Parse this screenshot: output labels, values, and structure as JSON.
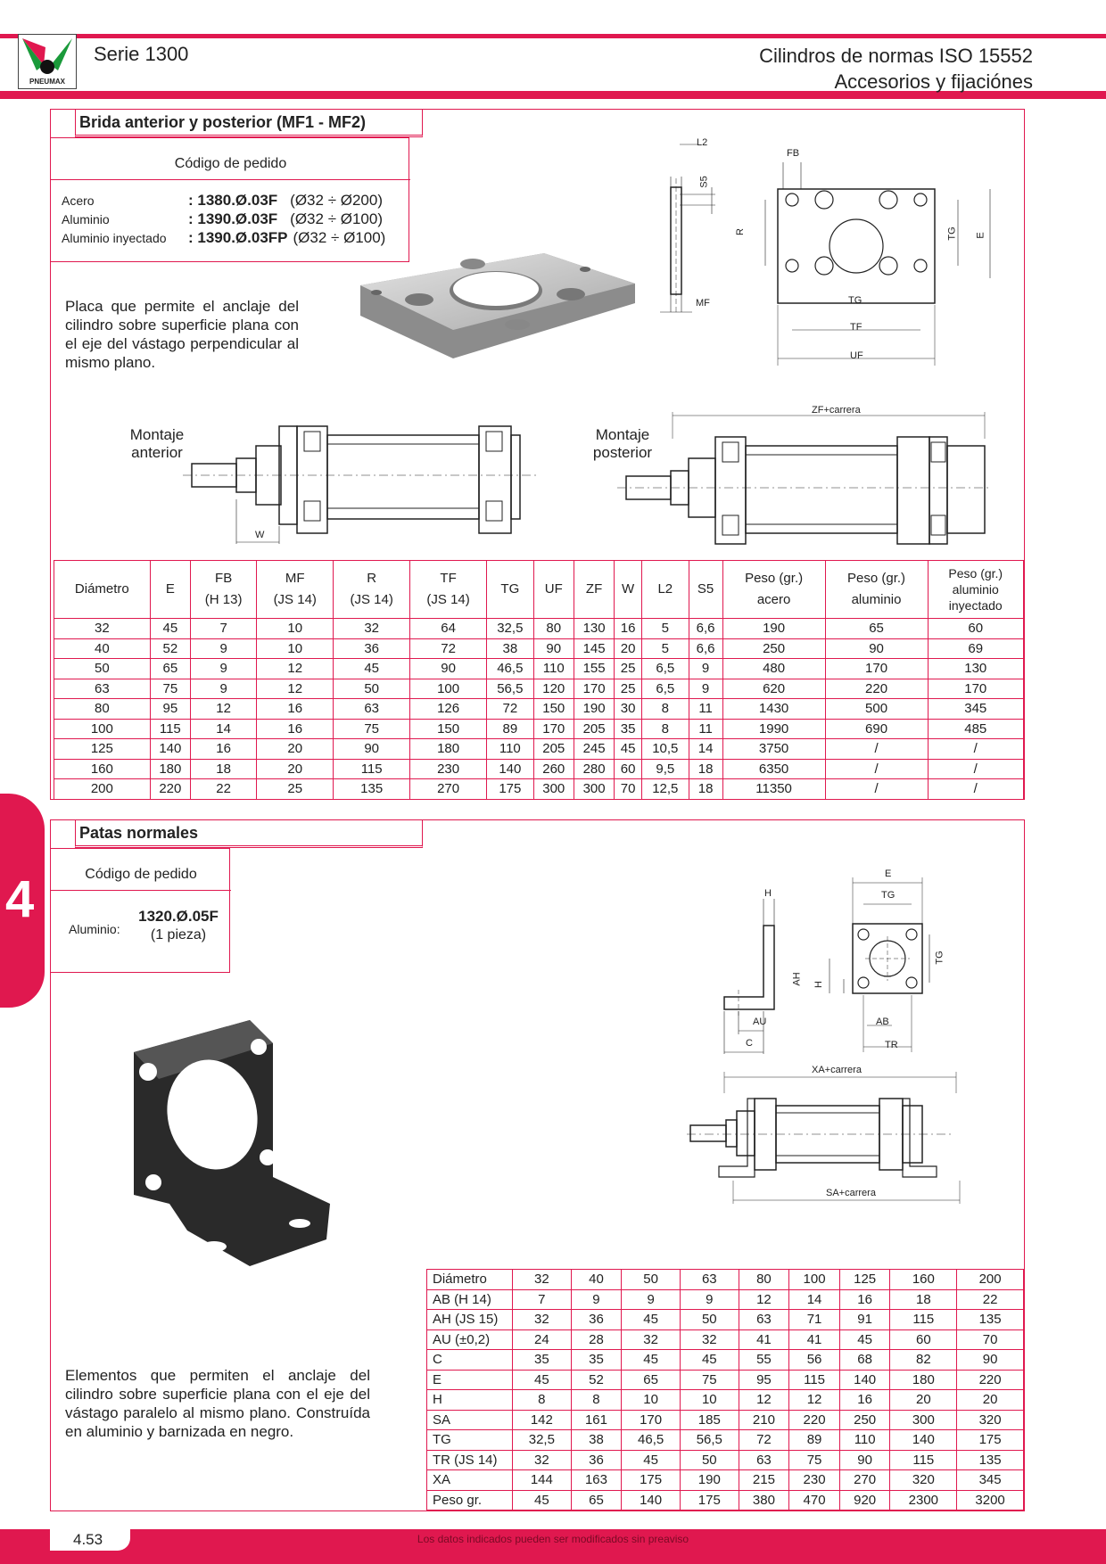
{
  "header": {
    "logo_text": "PNEUMAX",
    "series": "Serie 1300",
    "title_line1": "Cilindros de normas ISO 15552",
    "title_line2": "Accesorios y fijaciónes",
    "chapter": "4"
  },
  "section1": {
    "title": "Brida anterior y posterior (MF1 - MF2)",
    "order_heading": "Código de pedido",
    "orders": [
      {
        "material": "Acero",
        "code": "1380.Ø.03F",
        "range": "(Ø32 ÷ Ø200)"
      },
      {
        "material": "Aluminio",
        "code": "1390.Ø.03F",
        "range": "(Ø32 ÷ Ø100)"
      },
      {
        "material": "Aluminio inyectado",
        "code": "1390.Ø.03FP",
        "range": "(Ø32 ÷ Ø100)"
      }
    ],
    "description": "Placa que permite el anclaje del cilindro sobre superficie plana con el eje del vástago perpendicular al mismo plano.",
    "mount_front": "Montaje anterior",
    "mount_rear": "Montaje posterior",
    "dims": {
      "L2": "L2",
      "S5": "S5",
      "MF": "MF",
      "FB": "FB",
      "R": "R",
      "TG": "TG",
      "E": "E",
      "TF": "TF",
      "UF": "UF",
      "ZF": "ZF+carrera",
      "W": "W"
    },
    "table": {
      "headers": [
        [
          "Diámetro"
        ],
        [
          "E"
        ],
        [
          "FB",
          "(H 13)"
        ],
        [
          "MF",
          "(JS 14)"
        ],
        [
          "R",
          "(JS 14)"
        ],
        [
          "TF",
          "(JS 14)"
        ],
        [
          "TG"
        ],
        [
          "UF"
        ],
        [
          "ZF"
        ],
        [
          "W"
        ],
        [
          "L2"
        ],
        [
          "S5"
        ],
        [
          "Peso (gr.)",
          "acero"
        ],
        [
          "Peso (gr.)",
          "aluminio"
        ],
        [
          "Peso (gr.)",
          "aluminio",
          "inyectado"
        ]
      ],
      "rows": [
        [
          "32",
          "45",
          "7",
          "10",
          "32",
          "64",
          "32,5",
          "80",
          "130",
          "16",
          "5",
          "6,6",
          "190",
          "65",
          "60"
        ],
        [
          "40",
          "52",
          "9",
          "10",
          "36",
          "72",
          "38",
          "90",
          "145",
          "20",
          "5",
          "6,6",
          "250",
          "90",
          "69"
        ],
        [
          "50",
          "65",
          "9",
          "12",
          "45",
          "90",
          "46,5",
          "110",
          "155",
          "25",
          "6,5",
          "9",
          "480",
          "170",
          "130"
        ],
        [
          "63",
          "75",
          "9",
          "12",
          "50",
          "100",
          "56,5",
          "120",
          "170",
          "25",
          "6,5",
          "9",
          "620",
          "220",
          "170"
        ],
        [
          "80",
          "95",
          "12",
          "16",
          "63",
          "126",
          "72",
          "150",
          "190",
          "30",
          "8",
          "11",
          "1430",
          "500",
          "345"
        ],
        [
          "100",
          "115",
          "14",
          "16",
          "75",
          "150",
          "89",
          "170",
          "205",
          "35",
          "8",
          "11",
          "1990",
          "690",
          "485"
        ],
        [
          "125",
          "140",
          "16",
          "20",
          "90",
          "180",
          "110",
          "205",
          "245",
          "45",
          "10,5",
          "14",
          "3750",
          "/",
          "/"
        ],
        [
          "160",
          "180",
          "18",
          "20",
          "115",
          "230",
          "140",
          "260",
          "280",
          "60",
          "9,5",
          "18",
          "6350",
          "/",
          "/"
        ],
        [
          "200",
          "220",
          "22",
          "25",
          "135",
          "270",
          "175",
          "300",
          "300",
          "70",
          "12,5",
          "18",
          "11350",
          "/",
          "/"
        ]
      ]
    }
  },
  "section2": {
    "title": "Patas normales",
    "order_heading": "Código de pedido",
    "material": "Aluminio:",
    "code": "1320.Ø.05F",
    "pieces": "(1 pieza)",
    "description": "Elementos que permiten el anclaje del cilindro sobre superficie plana con el eje del vástago paralelo al mismo plano. Construída en aluminio y barnizada en negro.",
    "dims": {
      "H": "H",
      "E": "E",
      "TG": "TG",
      "AH": "AH",
      "AU": "AU",
      "AB": "AB",
      "C": "C",
      "TR": "TR",
      "XA": "XA+carrera",
      "SA": "SA+carrera"
    },
    "table": {
      "rows": [
        [
          "Diámetro",
          "32",
          "40",
          "50",
          "63",
          "80",
          "100",
          "125",
          "160",
          "200"
        ],
        [
          "AB (H 14)",
          "7",
          "9",
          "9",
          "9",
          "12",
          "14",
          "16",
          "18",
          "22"
        ],
        [
          "AH (JS 15)",
          "32",
          "36",
          "45",
          "50",
          "63",
          "71",
          "91",
          "115",
          "135"
        ],
        [
          "AU (±0,2)",
          "24",
          "28",
          "32",
          "32",
          "41",
          "41",
          "45",
          "60",
          "70"
        ],
        [
          "C",
          "35",
          "35",
          "45",
          "45",
          "55",
          "56",
          "68",
          "82",
          "90"
        ],
        [
          "E",
          "45",
          "52",
          "65",
          "75",
          "95",
          "115",
          "140",
          "180",
          "220"
        ],
        [
          "H",
          "8",
          "8",
          "10",
          "10",
          "12",
          "12",
          "16",
          "20",
          "20"
        ],
        [
          "SA",
          "142",
          "161",
          "170",
          "185",
          "210",
          "220",
          "250",
          "300",
          "320"
        ],
        [
          "TG",
          "32,5",
          "38",
          "46,5",
          "56,5",
          "72",
          "89",
          "110",
          "140",
          "175"
        ],
        [
          "TR (JS 14)",
          "32",
          "36",
          "45",
          "50",
          "63",
          "75",
          "90",
          "115",
          "135"
        ],
        [
          "XA",
          "144",
          "163",
          "175",
          "190",
          "215",
          "230",
          "270",
          "320",
          "345"
        ],
        [
          "Peso gr.",
          "45",
          "65",
          "140",
          "175",
          "380",
          "470",
          "920",
          "2300",
          "3200"
        ]
      ]
    }
  },
  "footer": {
    "page": "4.53",
    "note": "Los datos indicados pueden ser modificados sin preaviso"
  },
  "colors": {
    "accent": "#e0184f"
  }
}
